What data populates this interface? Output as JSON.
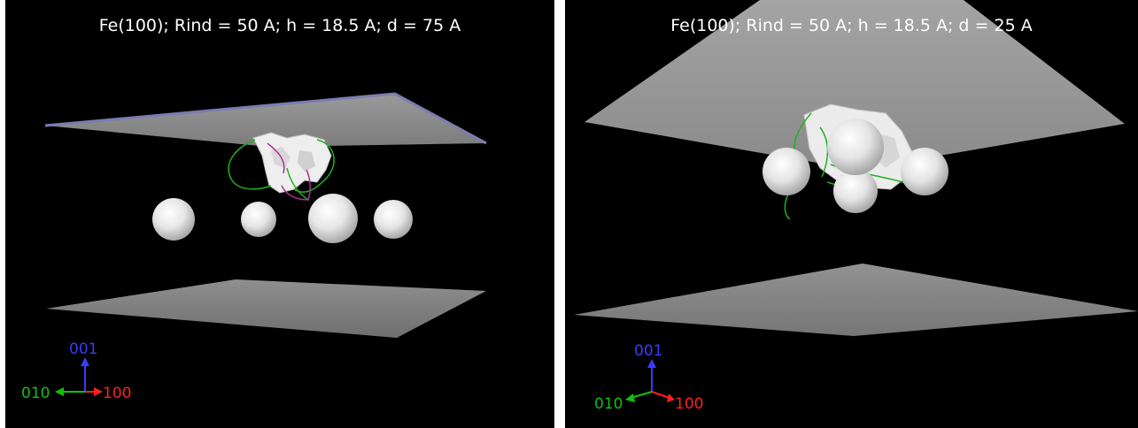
{
  "panels": [
    {
      "title": "Fe(100); Rind = 50 A; h = 18.5 A; d = 75 A",
      "axes": {
        "z": "001",
        "y": "010",
        "x": "100"
      }
    },
    {
      "title": "Fe(100); Rind = 50 A; h = 18.5 A; d = 25 A",
      "axes": {
        "z": "001",
        "y": "010",
        "x": "100"
      }
    }
  ],
  "colors": {
    "background": "#000000",
    "slab": "#8a8a8a",
    "sphere": "#e8e8e8",
    "dislocation_green": "#22b022",
    "dislocation_magenta": "#b0309a",
    "axis_001": "#3a3aff",
    "axis_010": "#10c010",
    "axis_100": "#ff2020"
  }
}
